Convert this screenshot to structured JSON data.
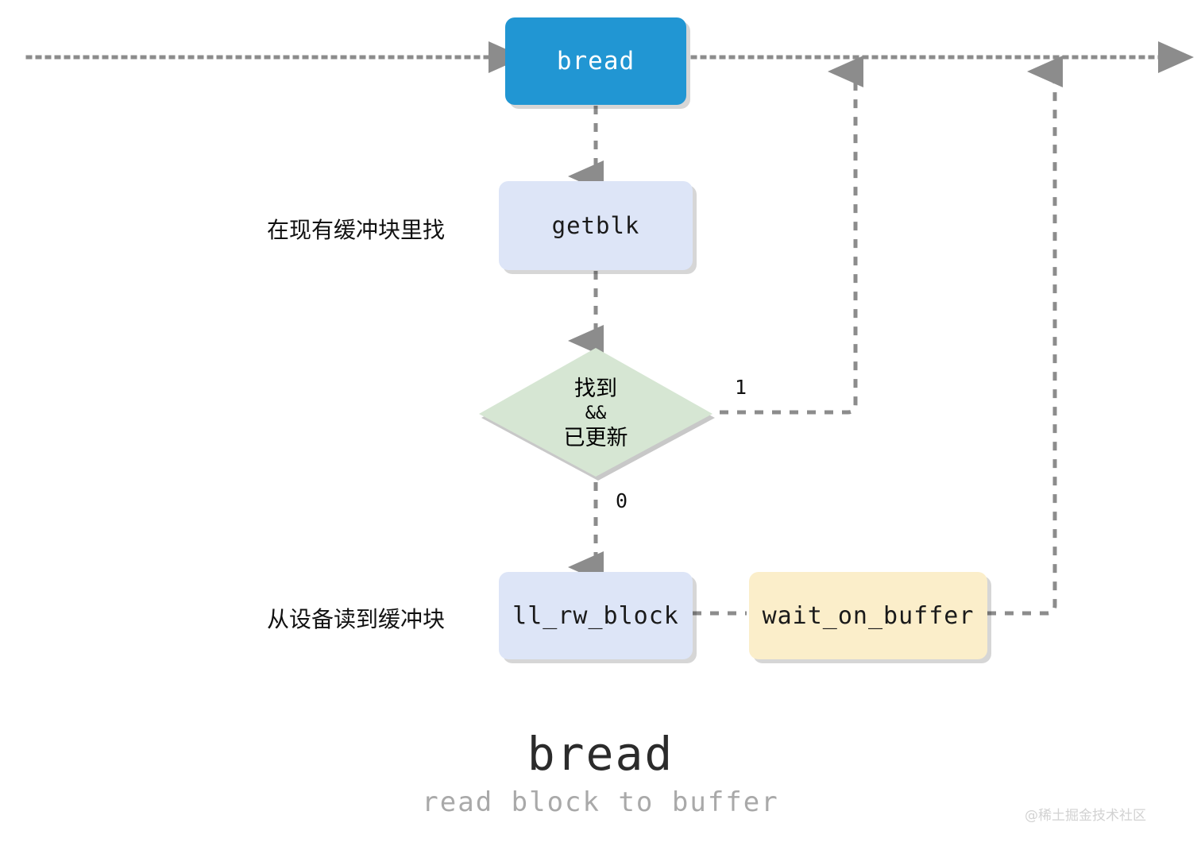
{
  "diagram": {
    "title": "bread",
    "subtitle": "read block to buffer",
    "watermark": "@稀土掘金技术社区",
    "colors": {
      "bread_fill": "#2196d3",
      "getblk_fill": "#dde5f7",
      "llrw_fill": "#dde5f7",
      "wait_fill": "#fbeeca",
      "decision_fill": "#d6e6d3",
      "edge_stroke": "#8c8c8c",
      "shadow": "#bfbfbf"
    },
    "nodes": {
      "bread": {
        "label": "bread",
        "shape": "rounded-rect"
      },
      "getblk": {
        "label": "getblk",
        "shape": "rounded-rect"
      },
      "decision": {
        "line1": "找到",
        "line2": "&&",
        "line3": "已更新",
        "shape": "diamond"
      },
      "ll_rw_block": {
        "label": "ll_rw_block",
        "shape": "rounded-rect"
      },
      "wait_on_buffer": {
        "label": "wait_on_buffer",
        "shape": "rounded-rect"
      }
    },
    "annotations": {
      "getblk_note": "在现有缓冲块里找",
      "llrw_note": "从设备读到缓冲块"
    },
    "edge_labels": {
      "branch_true": "1",
      "branch_false": "0"
    }
  }
}
